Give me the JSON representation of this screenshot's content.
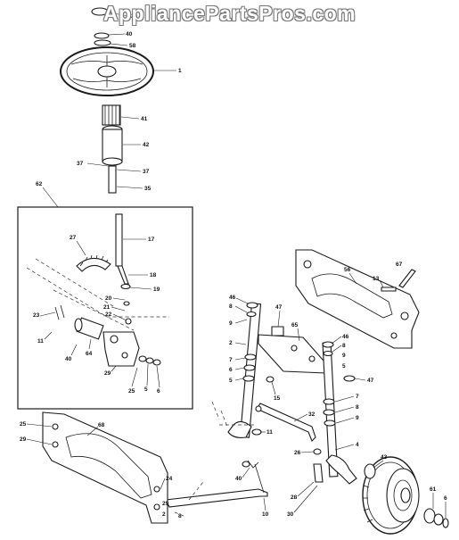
{
  "watermark": "AppliancePartsPros.com",
  "callouts": {
    "c_steering_cap": "26",
    "c_wheel_nut": "40",
    "c_wheel_washer": "58",
    "c_steering_wheel": "1",
    "c_gear_pinion": "41",
    "c_shaft_bushing": "42",
    "c_pin_left": "37",
    "c_pin_right": "37",
    "c_shaft_lower": "35",
    "c_inset_group": "62",
    "c_sector_gear": "27",
    "c_steering_shaft": "17",
    "c_shaft_clip_a": "18",
    "c_shaft_clip_b": "19",
    "c_inset_20": "20",
    "c_inset_21": "21",
    "c_inset_22": "22",
    "c_inset_23": "23",
    "c_inset_11": "11",
    "c_inset_40": "40",
    "c_inset_64": "64",
    "c_inset_29": "29",
    "c_inset_25": "25",
    "c_inset_5": "5",
    "c_inset_6": "6",
    "c_axle_support": "56",
    "c_bolt_13": "13",
    "c_bolt_67": "67",
    "c_spindle_l_46": "46",
    "c_spindle_l_8": "8",
    "c_spindle_l_9": "9",
    "c_spindle_l_2": "2",
    "c_spindle_l_7": "7",
    "c_spindle_l_6": "6",
    "c_spindle_l_5": "5",
    "c_bracket_47": "47",
    "c_bracket_65": "65",
    "c_nut_15": "15",
    "c_spindle_r_46": "46",
    "c_spindle_r_8": "8",
    "c_spindle_r_9": "9",
    "c_spindle_r_5": "5",
    "c_spindle_r_47": "47",
    "c_spindle_r_7": "7",
    "c_spindle_r_8b": "8",
    "c_spindle_r_9b": "9",
    "c_spindle_r_4": "4",
    "c_drag_link": "32",
    "c_tierod_11": "11",
    "c_tierod_26": "26",
    "c_tierod_28": "28",
    "c_tierod_30": "30",
    "c_tierod_40": "40",
    "c_tierod_10": "10",
    "c_wheel_43": "43",
    "c_hub_cap_61": "61",
    "c_hub_cap_6": "6",
    "c_frame_68": "68",
    "c_frame_25": "25",
    "c_frame_29": "29",
    "c_frame_24": "24",
    "c_frame_29b": "29",
    "c_frame_2": "2",
    "c_frame_8": "8"
  },
  "colors": {
    "line": "#1a1a1a",
    "background": "#ffffff",
    "watermark_outline": "#7a7a7a"
  }
}
